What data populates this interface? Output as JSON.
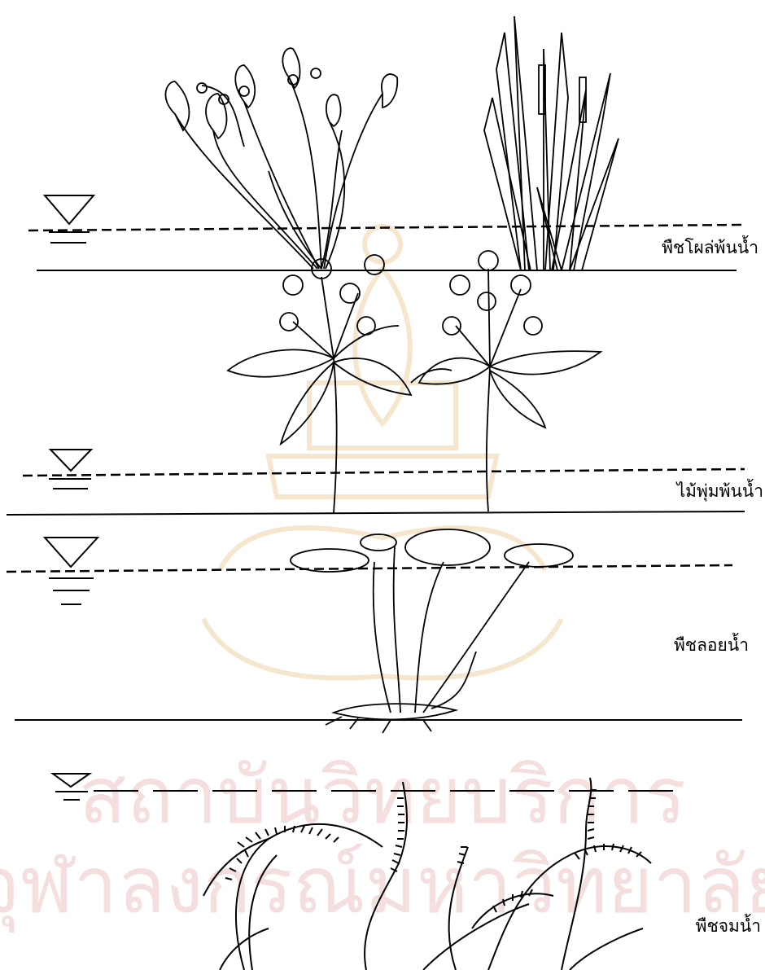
{
  "panels": [
    {
      "id": "emergent-herb",
      "label": "พืชโผล่พ้นน้ำ"
    },
    {
      "id": "emergent-shrub",
      "label": "ไม้พุ่มพ้นน้ำ"
    },
    {
      "id": "floating",
      "label": "พืชลอยน้ำ"
    },
    {
      "id": "submerged",
      "label": "พืชจมน้ำ"
    }
  ],
  "watermark": {
    "line1": "สถาบันวิทยบริการ",
    "line2": "จุฬาลงกรณ์มหาวิทยาลัย",
    "color": "#f3dcdc"
  },
  "colors": {
    "ink": "#000000",
    "background": "#ffffff"
  }
}
